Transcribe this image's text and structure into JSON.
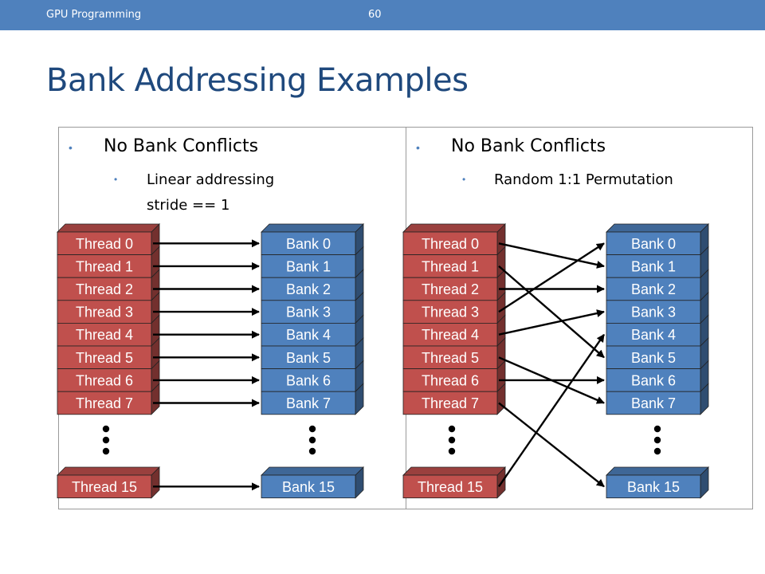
{
  "header": {
    "course": "GPU Programming",
    "page": "60"
  },
  "title": "Bank Addressing Examples",
  "left": {
    "heading": "No Bank Conflicts",
    "subline1": "Linear addressing",
    "subline2": "stride == 1"
  },
  "right": {
    "heading": "No Bank Conflicts",
    "subline1": "Random 1:1 Permutation"
  },
  "colors": {
    "thread": "#c0504d",
    "bank": "#4f81bd",
    "header": "#4f81bd",
    "title": "#1f497d"
  },
  "threads": [
    "Thread 0",
    "Thread 1",
    "Thread 2",
    "Thread 3",
    "Thread 4",
    "Thread 5",
    "Thread 6",
    "Thread 7"
  ],
  "banks": [
    "Bank 0",
    "Bank 1",
    "Bank 2",
    "Bank 3",
    "Bank 4",
    "Bank 5",
    "Bank 6",
    "Bank 7"
  ],
  "thread_last": "Thread 15",
  "bank_last": "Bank 15",
  "mappings": {
    "left": [
      [
        0,
        0
      ],
      [
        1,
        1
      ],
      [
        2,
        2
      ],
      [
        3,
        3
      ],
      [
        4,
        4
      ],
      [
        5,
        5
      ],
      [
        6,
        6
      ],
      [
        7,
        7
      ],
      [
        15,
        15
      ]
    ],
    "right": [
      [
        0,
        1
      ],
      [
        1,
        5
      ],
      [
        2,
        2
      ],
      [
        3,
        0
      ],
      [
        4,
        3
      ],
      [
        5,
        7
      ],
      [
        6,
        6
      ],
      [
        7,
        15
      ],
      [
        15,
        4
      ]
    ]
  }
}
